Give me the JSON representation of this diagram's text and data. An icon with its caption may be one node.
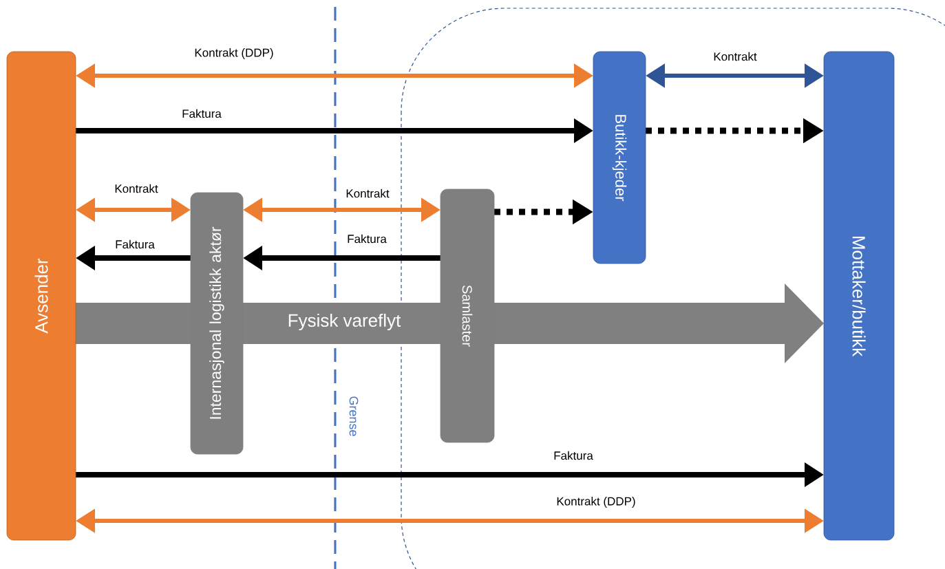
{
  "diagram": {
    "nodes": [
      {
        "text": [
          "Avsender"
        ]
      },
      {
        "text": [
          "Internasjonal logistikk aktør"
        ]
      },
      {
        "text": [
          "Samlaster"
        ]
      },
      {
        "text": [
          "Butikk-kjeder"
        ]
      },
      {
        "text": [
          "Mottaker/butikk"
        ]
      }
    ],
    "edges": [
      {
        "from": 0,
        "to": 3,
        "arrow": "both",
        "label": "Kontrakt (DDP)",
        "color": "#ed7d31"
      },
      {
        "from": 0,
        "to": 3,
        "arrow": "to",
        "label": "Faktura"
      },
      {
        "from": 3,
        "to": 4,
        "arrow": "both",
        "label": "Kontrakt",
        "color": "#2f5597"
      },
      {
        "from": 3,
        "to": 4,
        "arrow": "to",
        "style": "dashed"
      },
      {
        "from": 0,
        "to": 1,
        "arrow": "both",
        "label": "Kontrakt",
        "color": "#ed7d31"
      },
      {
        "from": 1,
        "to": 2,
        "arrow": "both",
        "label": "Kontrakt",
        "color": "#ed7d31"
      },
      {
        "from": 2,
        "to": 3,
        "arrow": "to",
        "style": "dashed"
      },
      {
        "from": 1,
        "to": 0,
        "arrow": "to",
        "label": "Faktura"
      },
      {
        "from": 2,
        "to": 1,
        "arrow": "to",
        "label": "Faktura"
      },
      {
        "from": 0,
        "to": 4,
        "arrow": "to",
        "label": "Fysisk vareflyt",
        "style": "thick",
        "color": "#808080"
      },
      {
        "from": 0,
        "to": 4,
        "arrow": "to",
        "label": "Faktura"
      },
      {
        "from": 0,
        "to": 4,
        "arrow": "both",
        "label": "Kontrakt (DDP)",
        "color": "#ed7d31"
      }
    ],
    "labels": [
      "Grense"
    ]
  }
}
